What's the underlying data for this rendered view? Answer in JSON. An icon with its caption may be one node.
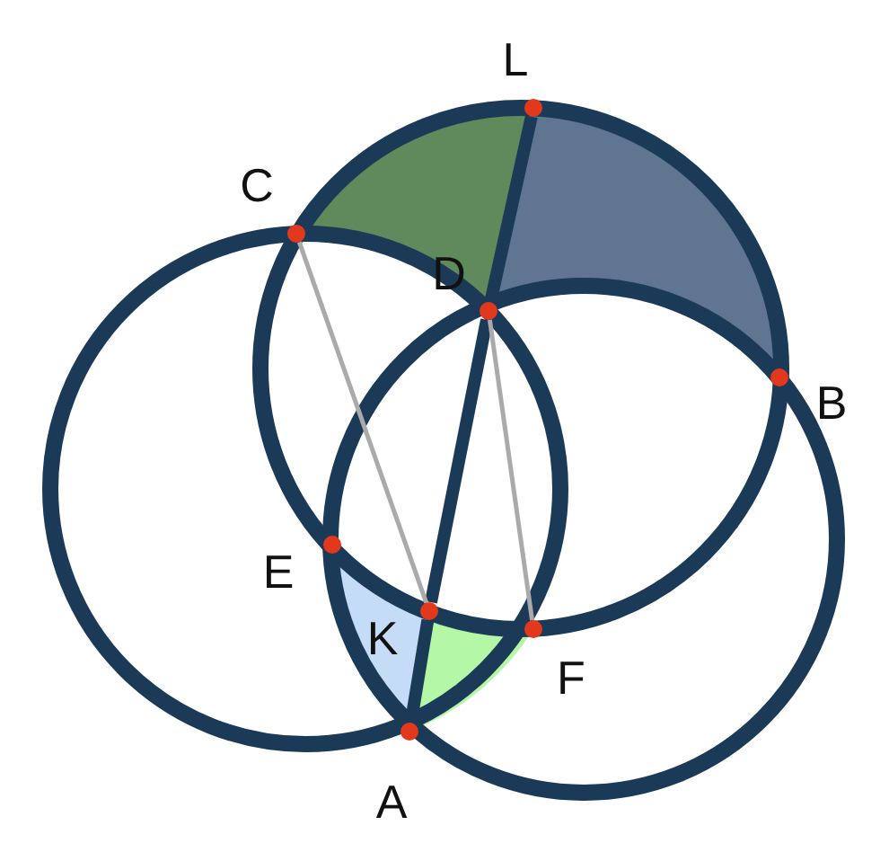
{
  "diagram": {
    "nodes": [
      {
        "text": [],
        "shape": "circle",
        "beside": [
          "L"
        ]
      },
      {
        "text": [],
        "shape": "circle",
        "beside": [
          "C"
        ]
      },
      {
        "text": [],
        "shape": "circle",
        "beside": [
          "D"
        ]
      },
      {
        "text": [],
        "shape": "circle",
        "beside": [
          "B"
        ]
      },
      {
        "text": [],
        "shape": "circle",
        "beside": [
          "E"
        ]
      },
      {
        "text": [],
        "shape": "circle",
        "beside": [
          "K"
        ]
      },
      {
        "text": [],
        "shape": "circle",
        "beside": [
          "F"
        ]
      },
      {
        "text": [],
        "shape": "circle",
        "beside": [
          "A"
        ]
      }
    ],
    "edges": [
      {
        "from": 0,
        "to": 2,
        "arrow": "none"
      },
      {
        "from": 2,
        "to": 5,
        "arrow": "none"
      },
      {
        "from": 5,
        "to": 7,
        "arrow": "none"
      },
      {
        "from": 1,
        "to": 5,
        "arrow": "none",
        "color": "#aaaaaa"
      },
      {
        "from": 2,
        "to": 6,
        "arrow": "none",
        "color": "#aaaaaa"
      }
    ]
  }
}
